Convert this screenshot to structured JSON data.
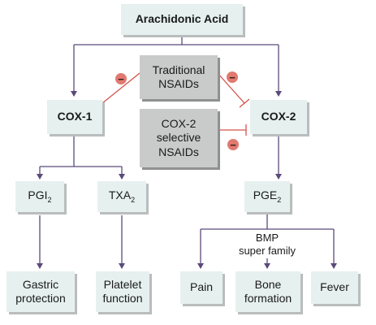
{
  "nodes": {
    "arachidonic": "Arachidonic Acid",
    "nsaids_line1": "Traditional",
    "nsaids_line2": "NSAIDs",
    "cox2sel_line1": "COX-2",
    "cox2sel_line2": "selective",
    "cox2sel_line3": "NSAIDs",
    "cox1": "COX-1",
    "cox2": "COX-2",
    "pgi2_base": "PGI",
    "pgi2_sub": "2",
    "txa2_base": "TXA",
    "txa2_sub": "2",
    "pge2_base": "PGE",
    "pge2_sub": "2",
    "bmp_line1": "BMP",
    "bmp_line2": "super family",
    "gastric_line1": "Gastric",
    "gastric_line2": "protection",
    "platelet_line1": "Platelet",
    "platelet_line2": "function",
    "pain": "Pain",
    "bone_line1": "Bone",
    "bone_line2": "formation",
    "fever": "Fever"
  },
  "inhibition_symbol": "−",
  "colors": {
    "connector": "#5b4a7a",
    "inhibitor_line": "#d6504a",
    "inhibitor_badge": "#e07a70",
    "light_box": "#e6f0ef",
    "gray_box": "#c8cbca"
  }
}
